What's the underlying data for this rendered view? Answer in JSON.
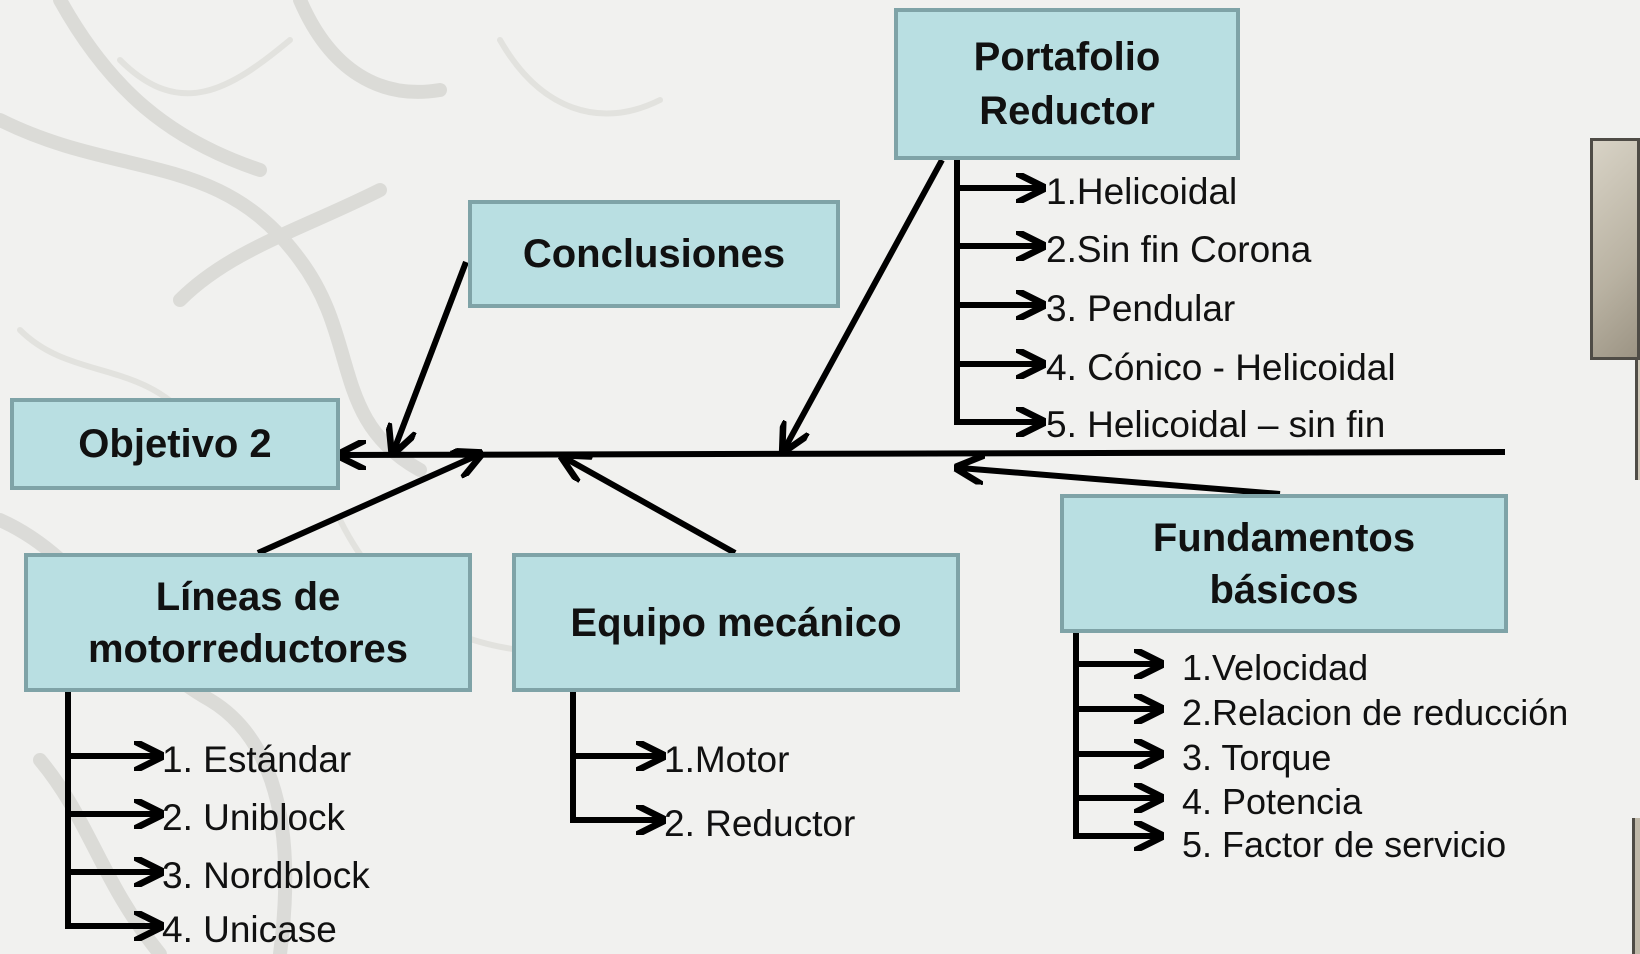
{
  "colors": {
    "box_fill": "#b9dfe2",
    "box_border": "#7fa3a7",
    "arrow": "#000000",
    "background": "#f1f1ef"
  },
  "boxes": {
    "objetivo": {
      "text": "Objetivo 2"
    },
    "conclusiones": {
      "text": "Conclusiones"
    },
    "portafolio": {
      "line1": "Portafolio",
      "line2": "Reductor"
    },
    "lineas": {
      "line1": "Líneas de",
      "line2": "motorreductores"
    },
    "equipo": {
      "text": "Equipo mecánico"
    },
    "fundamentos": {
      "line1": "Fundamentos",
      "line2": "básicos"
    }
  },
  "lists": {
    "portafolio": [
      "1.Helicoidal",
      "2.Sin fin Corona",
      "3. Pendular",
      "4. Cónico - Helicoidal",
      "5. Helicoidal – sin fin"
    ],
    "lineas": [
      "1. Estándar",
      "2. Uniblock",
      "3. Nordblock",
      "4. Unicase"
    ],
    "equipo": [
      "1.Motor",
      "2. Reductor"
    ],
    "fundamentos": [
      "1.Velocidad",
      "2.Relacion de reducción",
      "3. Torque",
      "4. Potencia",
      "5. Factor de servicio"
    ]
  }
}
